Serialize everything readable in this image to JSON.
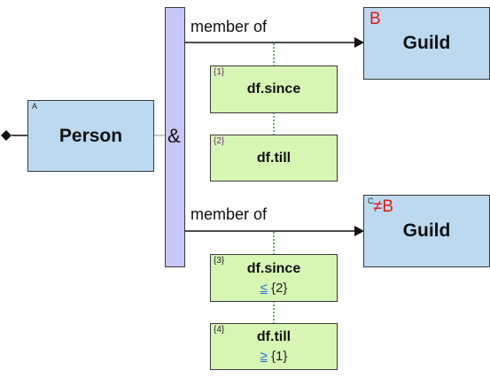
{
  "person": {
    "label": "Person",
    "corner": "A"
  },
  "conjunction": {
    "symbol": "&"
  },
  "relation_top": {
    "label": "member of"
  },
  "relation_bottom": {
    "label": "member of"
  },
  "guild_top": {
    "label": "Guild",
    "variable": "B"
  },
  "guild_bottom": {
    "label": "Guild",
    "corner": "C",
    "variable": "≠B"
  },
  "attrs": [
    {
      "tag": "{1}",
      "name": "df.since",
      "op": "",
      "ref": ""
    },
    {
      "tag": "{2}",
      "name": "df.till",
      "op": "",
      "ref": ""
    },
    {
      "tag": "{3}",
      "name": "df.since",
      "op": "≤",
      "ref": "{2}"
    },
    {
      "tag": "{4}",
      "name": "df.till",
      "op": "≥",
      "ref": "{1}"
    }
  ],
  "colors": {
    "entity": "#bcd9ef",
    "attribute": "#d7f6b4",
    "conjunction_bar": "#c8c6f5",
    "variable": "#e01818",
    "operator": "#1a70d8",
    "dotted_connector": "#2e9a3a"
  }
}
